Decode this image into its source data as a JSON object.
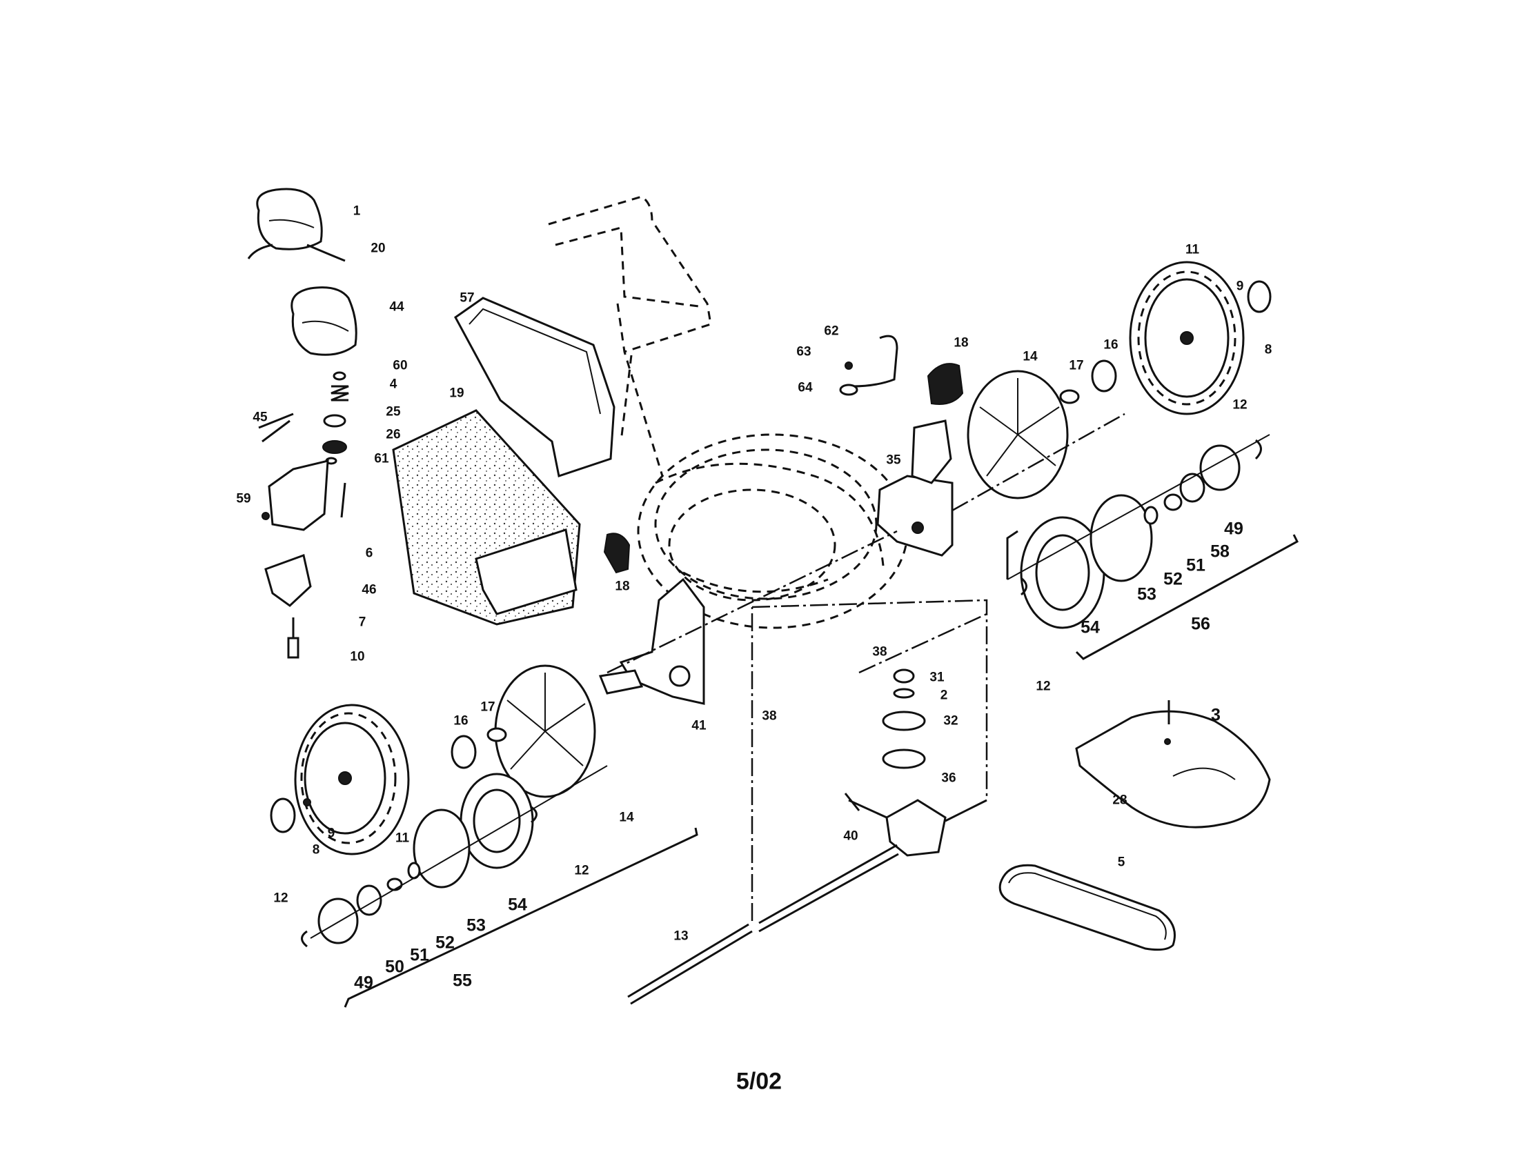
{
  "footer": {
    "date_code": "5/02"
  },
  "callouts": {
    "c1": "1",
    "c20": "20",
    "c44": "44",
    "c60": "60",
    "c4": "4",
    "c25": "25",
    "c26": "26",
    "c61": "61",
    "c45": "45",
    "c59": "59",
    "c6": "6",
    "c46": "46",
    "c7": "7",
    "c10": "10",
    "c57": "57",
    "c19": "19",
    "c18a": "18",
    "c18b": "18",
    "c62": "62",
    "c63": "63",
    "c64": "64",
    "c35": "35",
    "c14a": "14",
    "c14b": "14",
    "c17a": "17",
    "c17b": "17",
    "c16a": "16",
    "c16b": "16",
    "c11a": "11",
    "c11b": "11",
    "c9a": "9",
    "c9b": "9",
    "c8a": "8",
    "c8b": "8",
    "c12a": "12",
    "c12b": "12",
    "c12c": "12",
    "c12d": "12",
    "c49a": "49",
    "c49b": "49",
    "c58": "58",
    "c51a": "51",
    "c51b": "51",
    "c52a": "52",
    "c52b": "52",
    "c53a": "53",
    "c53b": "53",
    "c54a": "54",
    "c54b": "54",
    "c56": "56",
    "c55": "55",
    "c50": "50",
    "c38a": "38",
    "c38b": "38",
    "c41": "41",
    "c31": "31",
    "c2": "2",
    "c32": "32",
    "c36": "36",
    "c40": "40",
    "c3": "3",
    "c28": "28",
    "c5": "5",
    "c13": "13"
  }
}
